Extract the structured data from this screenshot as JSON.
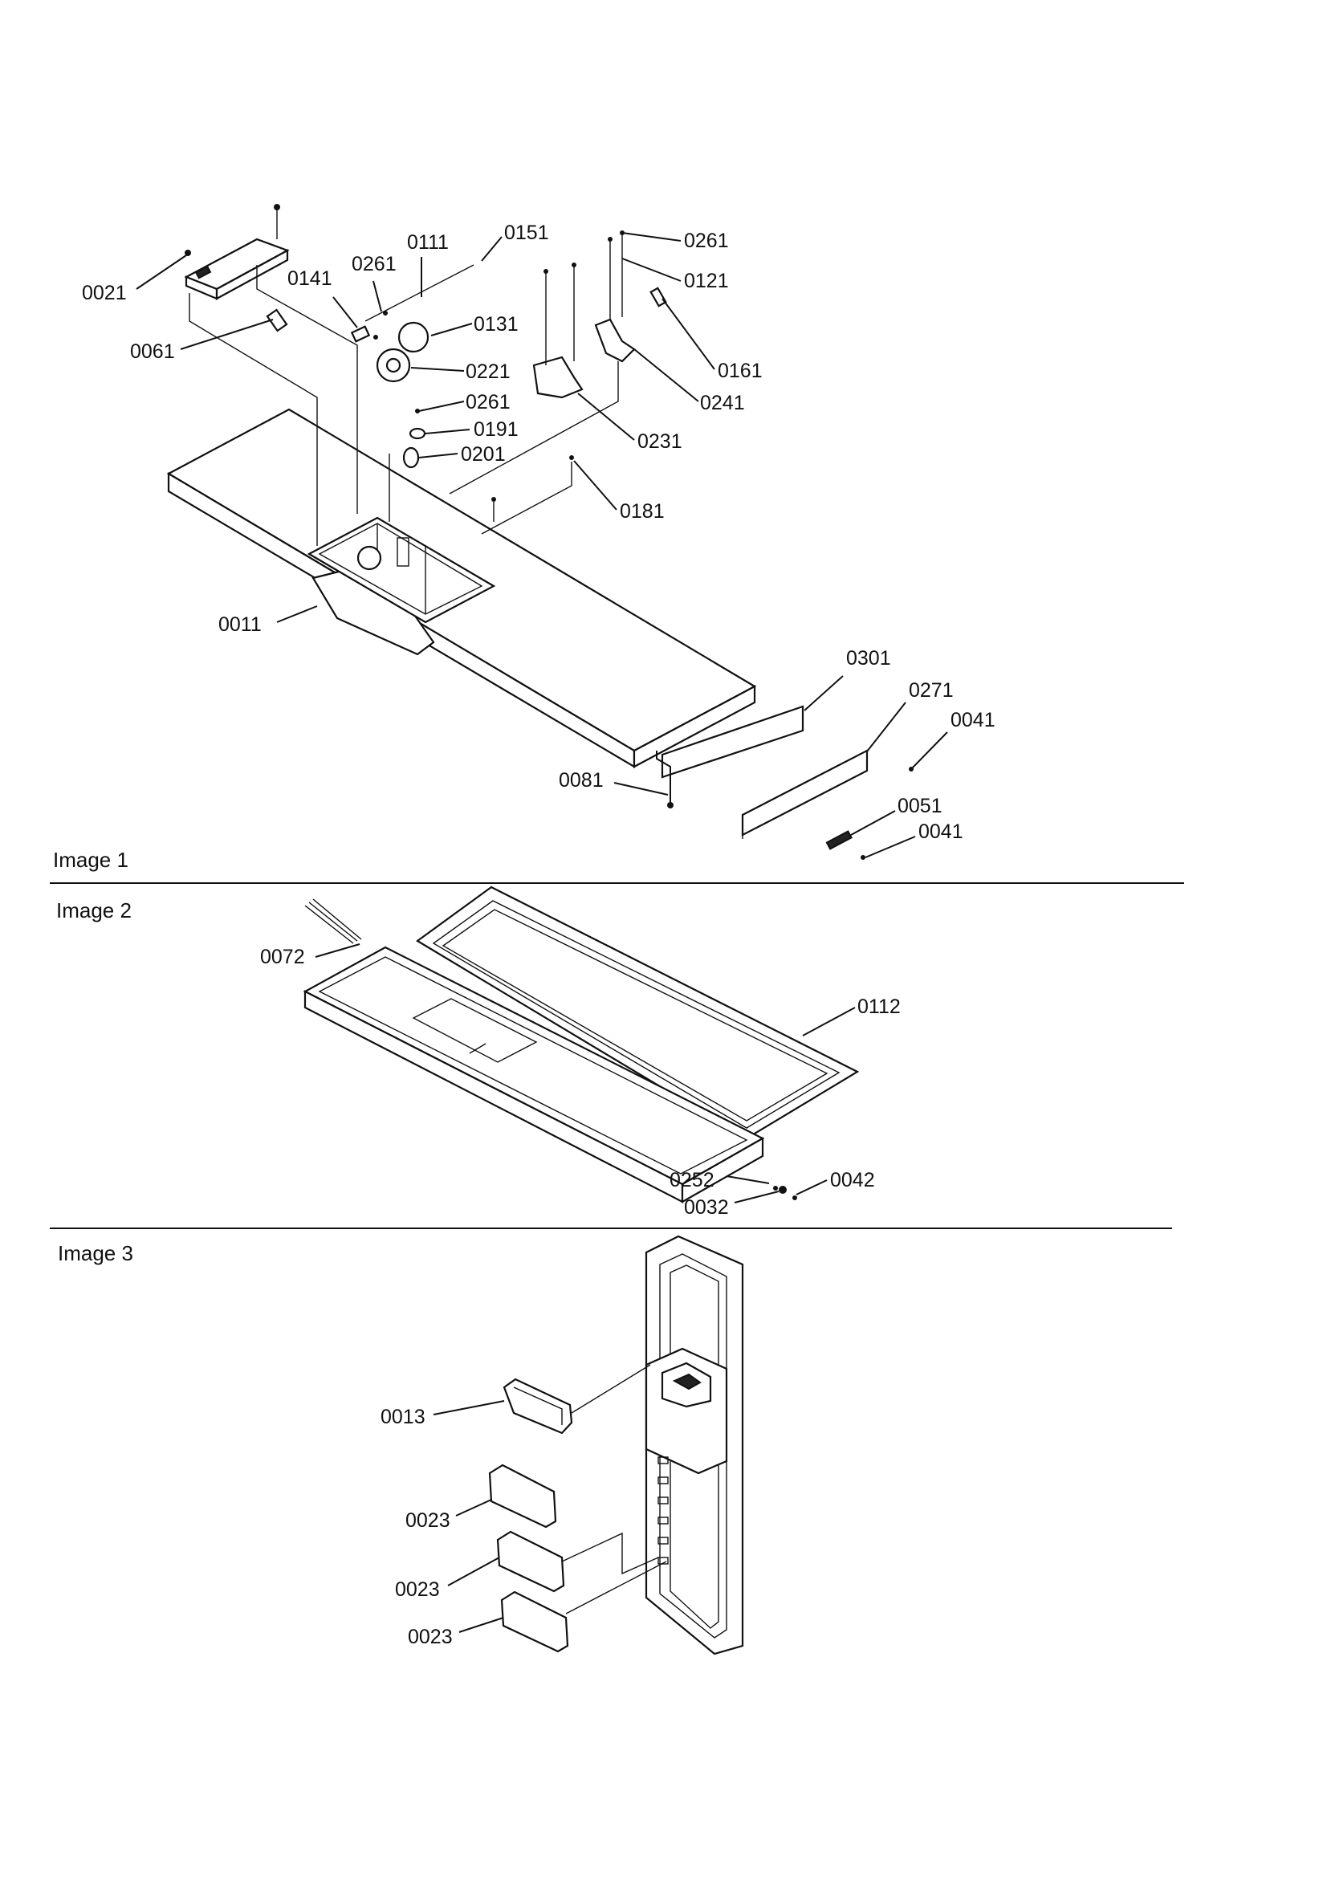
{
  "sections": [
    {
      "id": "image1",
      "title": "Image 1"
    },
    {
      "id": "image2",
      "title": "Image 2"
    },
    {
      "id": "image3",
      "title": "Image 3"
    }
  ],
  "callouts": {
    "image1": [
      "0021",
      "0061",
      "0141",
      "0261",
      "0111",
      "0151",
      "0261",
      "0121",
      "0131",
      "0221",
      "0161",
      "0241",
      "0261",
      "0191",
      "0201",
      "0231",
      "0181",
      "0011",
      "0301",
      "0271",
      "0041",
      "0081",
      "0051",
      "0041"
    ],
    "image2": [
      "0072",
      "0112",
      "0252",
      "0032",
      "0042"
    ],
    "image3": [
      "0013",
      "0023",
      "0023",
      "0023"
    ]
  }
}
